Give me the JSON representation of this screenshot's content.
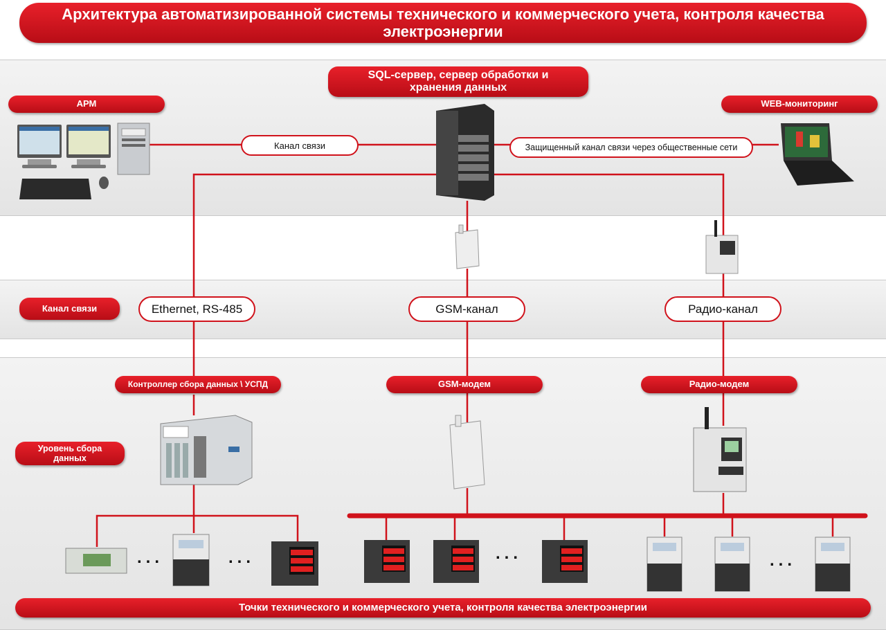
{
  "title": "Архитектура автоматизированной системы технического и коммерческого учета, контроля качества электроэнергии",
  "labels": {
    "sql_server": "SQL-сервер, сервер обработки и хранения данных",
    "arm": "АРМ",
    "web": "WEB-мониторинг",
    "channel_top": "Канал связи",
    "secure_channel": "Защищенный канал связи через общественные сети",
    "channel_level": "Канал связи",
    "ethernet": "Ethernet, RS-485",
    "gsm_channel": "GSM-канал",
    "radio_channel": "Радио-канал",
    "controller": "Контроллер сбора данных \\ УСПД",
    "gsm_modem": "GSM-модем",
    "radio_modem": "Радио-модем",
    "collection_level": "Уровень сбора данных",
    "bottom": "Точки технического и коммерческого учета, контроля качества электроэнергии",
    "dots": "..."
  },
  "colors": {
    "accent": "#d0121b",
    "line": "#d0121b",
    "band": "#e9e9e9"
  },
  "icons": [
    "monitor-icon",
    "keyboard-icon",
    "mouse-icon",
    "server-tower-icon",
    "laptop-icon",
    "gsm-modem-icon",
    "radio-modem-icon",
    "controller-icon",
    "meter-icon",
    "power-analyzer-icon",
    "din-rail-module-icon"
  ]
}
